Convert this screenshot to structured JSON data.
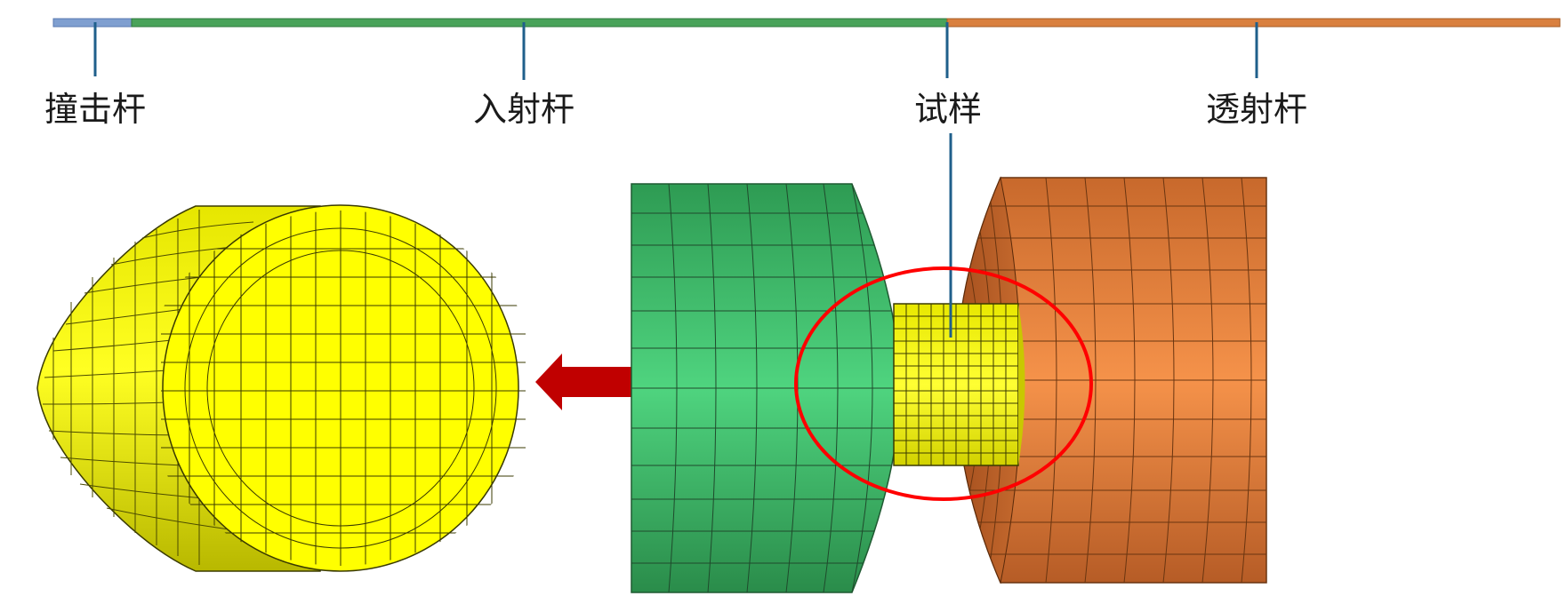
{
  "labels": {
    "striker": "撞击杆",
    "incident": "入射杆",
    "specimen": "试样",
    "transmitted": "透射杆"
  },
  "colors": {
    "striker_bar": "#7f9fd0",
    "incident_bar": "#49a35a",
    "transmitted_bar": "#d9803f",
    "specimen": "#ffff00",
    "incident_mesh": "#3cb862",
    "transmitted_mesh": "#e5813c",
    "leader_line": "#1f5f8b",
    "arrow": "#c00000",
    "highlight_ellipse": "#ff0000"
  },
  "icons": {
    "direction_arrow": "left-arrow-icon",
    "highlight": "ellipse-highlight"
  }
}
